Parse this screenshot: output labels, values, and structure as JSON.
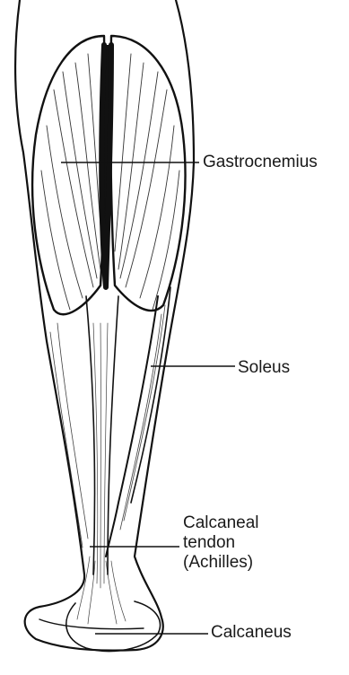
{
  "labels": {
    "gastrocnemius": "Gastrocnemius",
    "soleus": "Soleus",
    "tendon_line1": "Calcaneal",
    "tendon_line2": "tendon",
    "tendon_line3": "(Achilles)",
    "calcaneus": "Calcaneus"
  },
  "colors": {
    "ink": "#111111",
    "background": "#ffffff"
  }
}
